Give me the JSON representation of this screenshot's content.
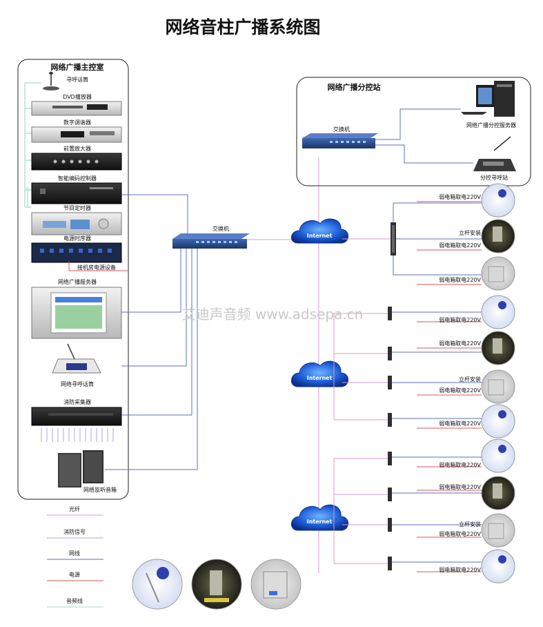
{
  "title": "网络音柱广播系统图",
  "main_room": {
    "heading": "网络广播主控室",
    "devices": [
      "寻呼话筒",
      "DVD播放器",
      "数字调谐器",
      "前置放大器",
      "智能编码控制器",
      "节目定时器",
      "电源时序器",
      "接机房电源设备",
      "网络广播服务器",
      "网络寻呼话筒",
      "消防采集器",
      "网络监听音箱"
    ]
  },
  "switch_label": "交换机",
  "branch_station": {
    "heading": "网络广播分控站",
    "switch_label": "交换机",
    "server_label": "网络广播分控服务器",
    "paging_label": "分控寻呼站"
  },
  "cloud_label": "Internet",
  "watermark": "艾迪声音频   www.adsepa.cn",
  "endpoints": {
    "weak_power": "弱电箱取电220V",
    "pole_mount": "立杆安装"
  },
  "legend": [
    {
      "label": "光纤",
      "color": "#d89bd0"
    },
    {
      "label": "消防信号",
      "color": "#a8a8e0"
    },
    {
      "label": "网线",
      "color": "#5a6fc0"
    },
    {
      "label": "电源",
      "color": "#e05058"
    },
    {
      "label": "音频线",
      "color": "#a8d8c8"
    }
  ],
  "colors": {
    "fiber": "#d89bd0",
    "network": "#5a6fc0",
    "power": "#e05058",
    "fire": "#a8a8e0",
    "audio": "#a8d8c8",
    "cloud": "#1e5fd8",
    "switch": "#2c4f8f"
  }
}
